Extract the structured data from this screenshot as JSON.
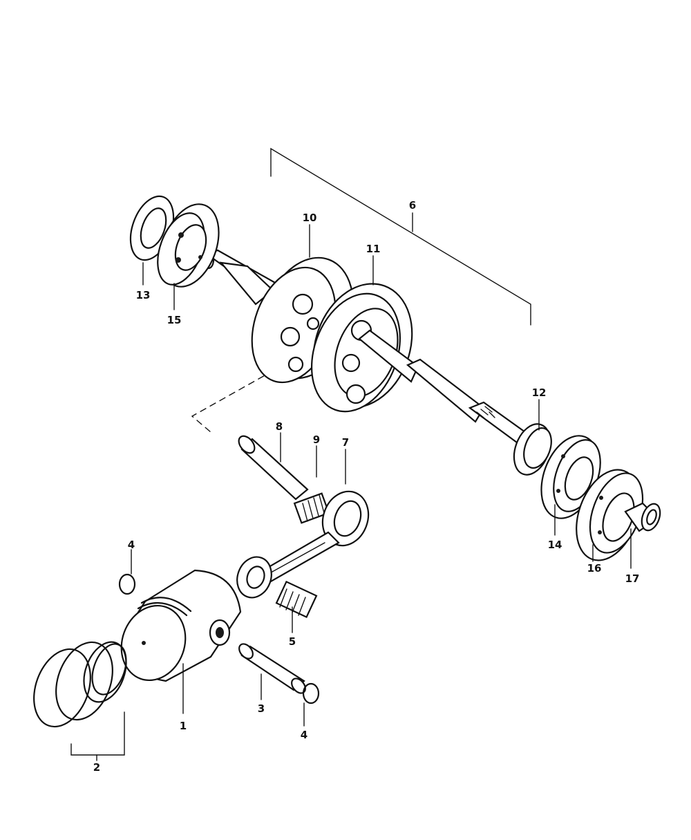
{
  "diagram": {
    "kind": "exploded-parts-view",
    "colors": {
      "ink": "#111111",
      "paper": "#ffffff"
    },
    "parts": [
      {
        "id": "p1",
        "label": "1"
      },
      {
        "id": "p2",
        "label": "2"
      },
      {
        "id": "p3",
        "label": "3"
      },
      {
        "id": "p4a",
        "label": "4"
      },
      {
        "id": "p4b",
        "label": "4"
      },
      {
        "id": "p5",
        "label": "5"
      },
      {
        "id": "p6",
        "label": "6"
      },
      {
        "id": "p7",
        "label": "7"
      },
      {
        "id": "p8",
        "label": "8"
      },
      {
        "id": "p9",
        "label": "9"
      },
      {
        "id": "p10",
        "label": "10"
      },
      {
        "id": "p11",
        "label": "11"
      },
      {
        "id": "p12",
        "label": "12"
      },
      {
        "id": "p13",
        "label": "13"
      },
      {
        "id": "p14",
        "label": "14"
      },
      {
        "id": "p15",
        "label": "15"
      },
      {
        "id": "p16",
        "label": "16"
      },
      {
        "id": "p17",
        "label": "17"
      }
    ]
  }
}
